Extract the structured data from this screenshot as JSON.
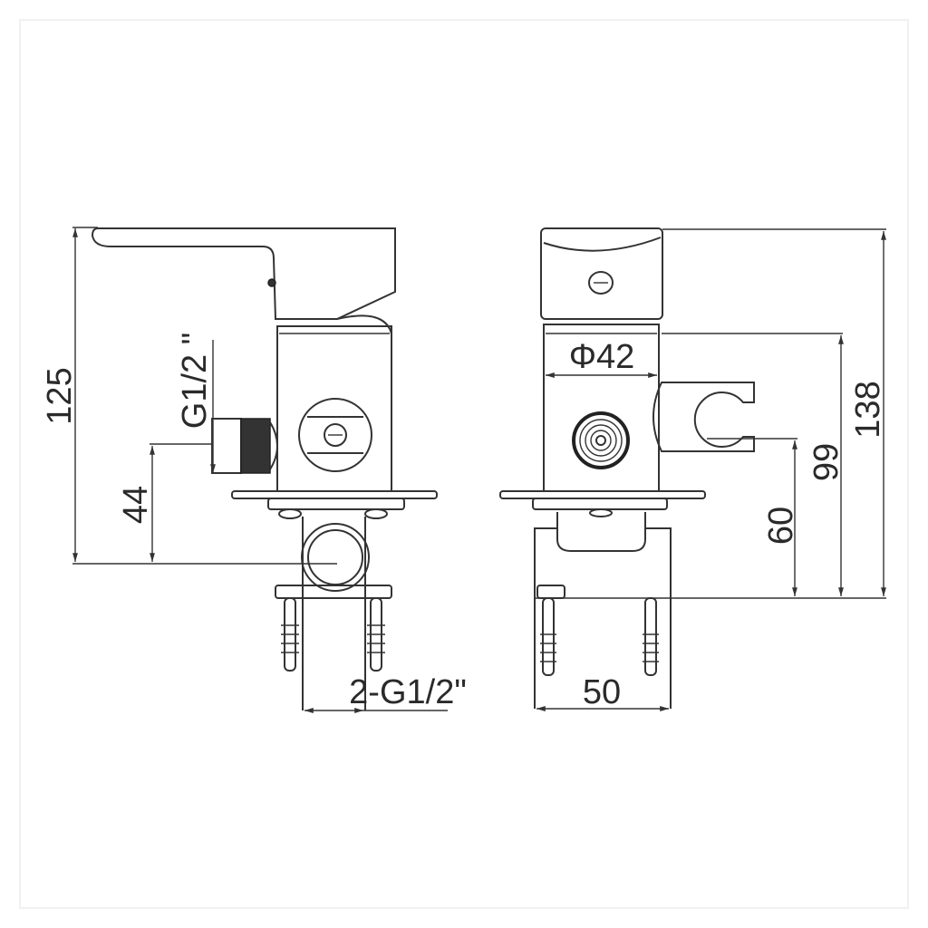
{
  "drawing": {
    "side_view": {
      "dim_total_height": "125",
      "dim_inlet_height": "44",
      "dim_inlet_thread": "G1/2 \"",
      "dim_connections": "2-G1/2\""
    },
    "front_view": {
      "dim_body_diameter": "Φ42",
      "dim_mount_width": "50",
      "dim_holder_height": "60",
      "dim_body_top_height": "99",
      "dim_total_height": "138"
    },
    "colors": {
      "line": "#333333",
      "background": "#ffffff"
    }
  }
}
